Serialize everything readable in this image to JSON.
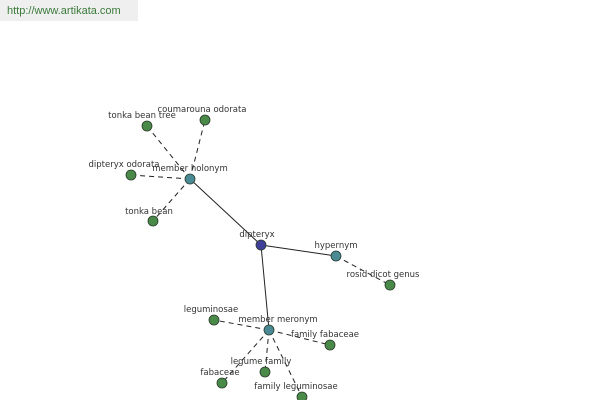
{
  "header": {
    "url": "http://www.artikata.com"
  },
  "colors": {
    "center": "#3f3f9a",
    "hub": "#4a8a95",
    "leaf": "#4a8a48",
    "edge": "#222222"
  },
  "graph": {
    "nodes": [
      {
        "id": "dipteryx",
        "label": "dipteryx",
        "kind": "center"
      },
      {
        "id": "member-holonym",
        "label": "member holonym",
        "kind": "hub"
      },
      {
        "id": "hypernym",
        "label": "hypernym",
        "kind": "hub"
      },
      {
        "id": "member-meronym",
        "label": "member meronym",
        "kind": "hub"
      },
      {
        "id": "coumarouna-odorata",
        "label": "coumarouna odorata",
        "kind": "leaf"
      },
      {
        "id": "tonka-bean-tree",
        "label": "tonka bean tree",
        "kind": "leaf"
      },
      {
        "id": "dipteryx-odorata",
        "label": "dipteryx odorata",
        "kind": "leaf"
      },
      {
        "id": "tonka-bean",
        "label": "tonka bean",
        "kind": "leaf"
      },
      {
        "id": "rosid-dicot-genus",
        "label": "rosid dicot genus",
        "kind": "leaf"
      },
      {
        "id": "leguminosae",
        "label": "leguminosae",
        "kind": "leaf"
      },
      {
        "id": "family-fabaceae",
        "label": "family fabaceae",
        "kind": "leaf"
      },
      {
        "id": "legume-family",
        "label": "legume family",
        "kind": "leaf"
      },
      {
        "id": "fabaceae",
        "label": "fabaceae",
        "kind": "leaf"
      },
      {
        "id": "family-leguminosae",
        "label": "family leguminosae",
        "kind": "leaf"
      }
    ],
    "edges": [
      {
        "from": "dipteryx",
        "to": "member-holonym",
        "style": "solid"
      },
      {
        "from": "dipteryx",
        "to": "hypernym",
        "style": "solid"
      },
      {
        "from": "dipteryx",
        "to": "member-meronym",
        "style": "solid"
      },
      {
        "from": "member-holonym",
        "to": "coumarouna-odorata",
        "style": "dashed"
      },
      {
        "from": "member-holonym",
        "to": "tonka-bean-tree",
        "style": "dashed"
      },
      {
        "from": "member-holonym",
        "to": "dipteryx-odorata",
        "style": "dashed"
      },
      {
        "from": "member-holonym",
        "to": "tonka-bean",
        "style": "dashed"
      },
      {
        "from": "hypernym",
        "to": "rosid-dicot-genus",
        "style": "dashed"
      },
      {
        "from": "member-meronym",
        "to": "leguminosae",
        "style": "dashed"
      },
      {
        "from": "member-meronym",
        "to": "family-fabaceae",
        "style": "dashed"
      },
      {
        "from": "member-meronym",
        "to": "legume-family",
        "style": "dashed"
      },
      {
        "from": "member-meronym",
        "to": "fabaceae",
        "style": "dashed"
      },
      {
        "from": "member-meronym",
        "to": "family-leguminosae",
        "style": "dashed"
      }
    ]
  }
}
